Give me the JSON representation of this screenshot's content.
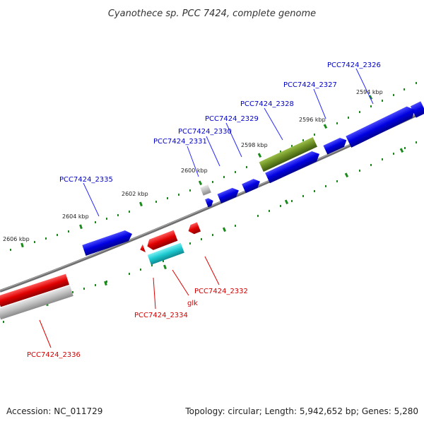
{
  "title": "Cyanothece sp. PCC 7424, complete genome",
  "footer": {
    "accession": "Accession: NC_011729",
    "summary": "Topology: circular; Length: 5,942,652 bp; Genes: 5,280"
  },
  "colors": {
    "forward": "#0000e0",
    "reverse": "#e00000",
    "olive": "#6b8e23",
    "cyan": "#1bc8cf",
    "gray": "#b8b8b8",
    "tick": "#1a8a1a",
    "backbone": "#7a7a7a"
  },
  "ruler_labels": [
    "2594 kbp",
    "2596 kbp",
    "2598 kbp",
    "2600 kbp",
    "2602 kbp",
    "2604 kbp",
    "2606 kbp"
  ],
  "gene_labels_forward": [
    "PCC7424_2326",
    "PCC7424_2327",
    "PCC7424_2328",
    "PCC7424_2329",
    "PCC7424_2330",
    "PCC7424_2331",
    "PCC7424_2335"
  ],
  "gene_labels_reverse": [
    "PCC7424_2332",
    "glk",
    "PCC7424_2334",
    "PCC7424_2336"
  ]
}
